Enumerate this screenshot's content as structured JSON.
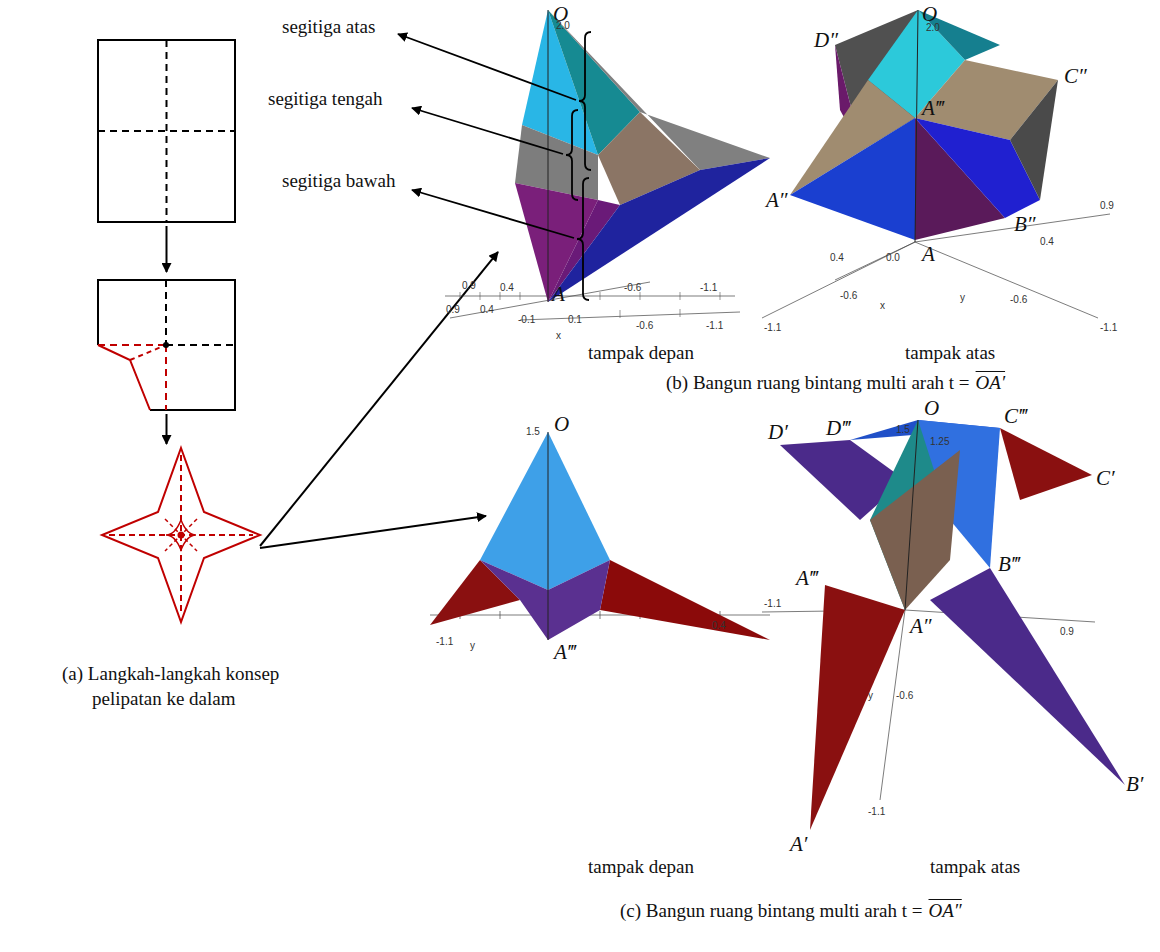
{
  "diagram": {
    "labels": [
      "segitiga atas",
      "segitiga tengah",
      "segitiga bawah",
      "O",
      "2.0",
      "0.9",
      "0.4",
      "0.9",
      "0.4",
      "A",
      "-0.1",
      "0.1",
      "-0.6",
      "-1.1",
      "-0.6",
      "-1.1",
      "x",
      "tampak depan",
      "O",
      "2.0",
      "D″",
      "C″",
      "A‴",
      "A″",
      "B″",
      "0.9",
      "0.4",
      "0.4",
      "0.0",
      "A",
      "-0.6",
      "x",
      "y",
      "-0.6",
      "-1.1",
      "-1.1",
      "tampak atas",
      "(b) Bangun ruang bintang multi arah t =",
      "OA′",
      "O",
      "1.5",
      "-1.1",
      "y",
      "0.4",
      "A‴",
      "tampak depan",
      "D′",
      "D‴",
      "O",
      "1.5",
      "1.25",
      "C‴",
      "C′",
      "B‴",
      "A‴",
      "A″",
      "0.9",
      "-1.1",
      "y",
      "-0.6",
      "B′",
      "A′",
      "-1.1",
      "tampak atas",
      "(c) Bangun ruang bintang multi arah t =",
      "OA″",
      "(a) Langkah-langkah konsep pelipatan ke dalam"
    ]
  }
}
